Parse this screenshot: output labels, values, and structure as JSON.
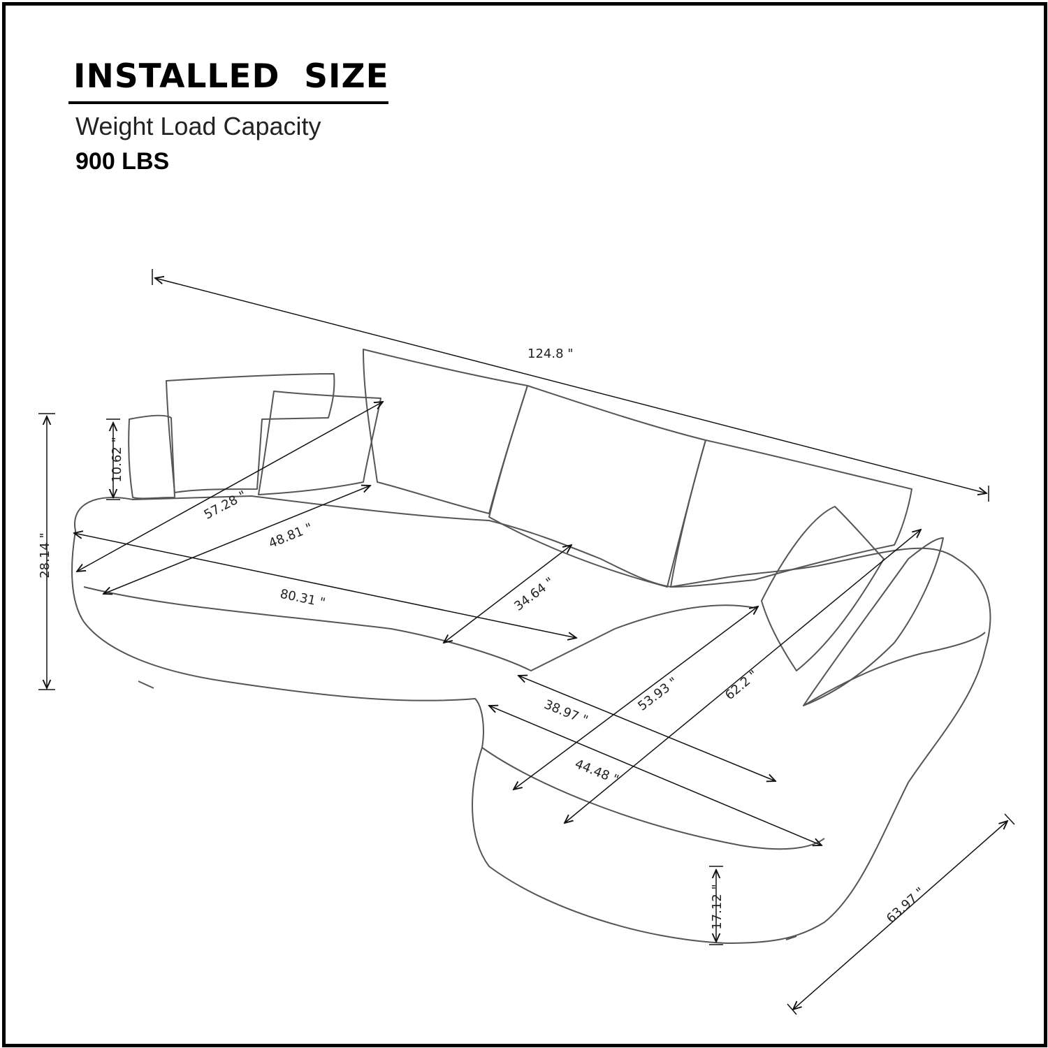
{
  "header": {
    "title": "INSTALLED  SIZE",
    "subtitle": "Weight Load Capacity",
    "capacity": "900 LBS"
  },
  "dimensions": {
    "overall_length": "124.8 \"",
    "back_height": "28.14 \"",
    "pillow_height": "10.62 \"",
    "diag_long": "57.28 \"",
    "diag_short": "48.81 \"",
    "seat_width": "80.31 \"",
    "seat_depth": "34.64 \"",
    "chaise_inner_width": "38.97 \"",
    "chaise_inner_diag": "53.93 \"",
    "chaise_outer_diag": "62.2 \"",
    "chaise_width": "44.48 \"",
    "seat_height": "17.12 \"",
    "chaise_length": "63.97 \""
  },
  "colors": {
    "line": "#111111",
    "sketch": "#555555"
  }
}
